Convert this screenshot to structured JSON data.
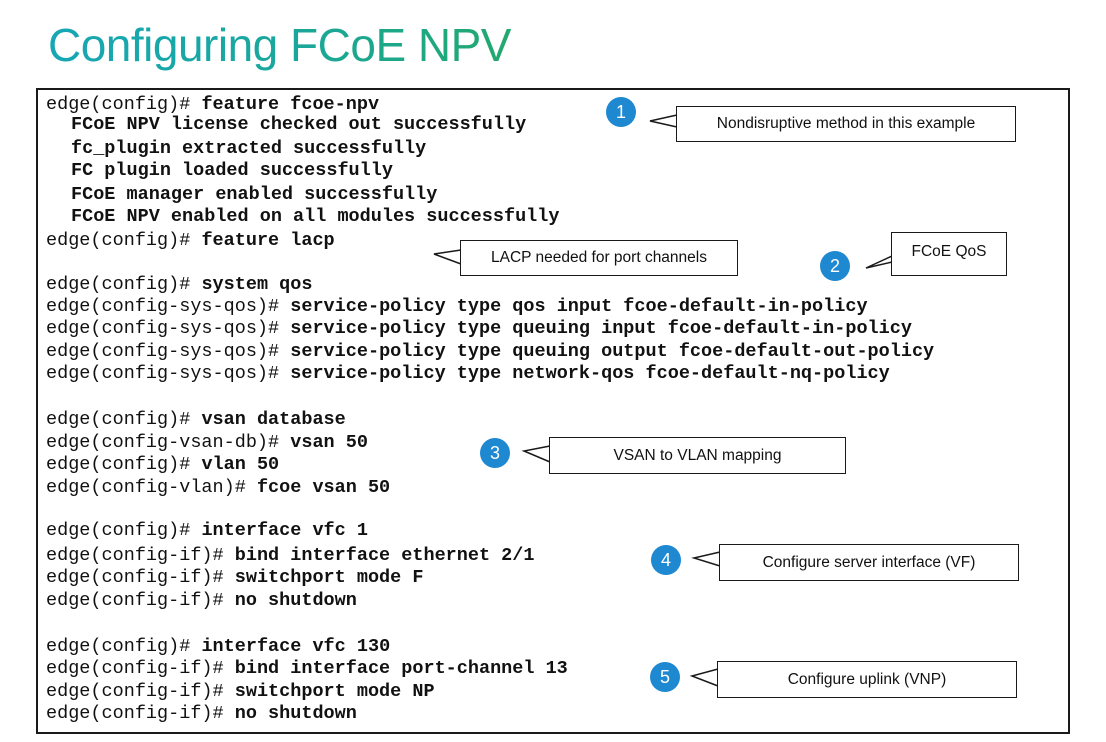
{
  "title": "Configuring FCoE NPV",
  "code": [
    {
      "prompt": "edge(config)# ",
      "cmd": "feature fcoe-npv"
    },
    {
      "prompt": "",
      "cmd": "FCoE NPV license checked out successfully",
      "indent": true
    },
    {
      "prompt": "",
      "cmd": "fc_plugin extracted successfully",
      "indent": true
    },
    {
      "prompt": "",
      "cmd": "FC plugin loaded successfully",
      "indent": true
    },
    {
      "prompt": "",
      "cmd": "FCoE manager enabled successfully",
      "indent": true
    },
    {
      "prompt": "",
      "cmd": "FCoE NPV enabled on all modules successfully",
      "indent": true
    },
    {
      "prompt": "edge(config)# ",
      "cmd": "feature lacp"
    },
    {
      "prompt": "edge(config)# ",
      "cmd": "system qos"
    },
    {
      "prompt": "edge(config-sys-qos)# ",
      "cmd": "service-policy type qos input fcoe-default-in-policy"
    },
    {
      "prompt": "edge(config-sys-qos)# ",
      "cmd": "service-policy type queuing input fcoe-default-in-policy"
    },
    {
      "prompt": "edge(config-sys-qos)# ",
      "cmd": "service-policy type queuing output fcoe-default-out-policy"
    },
    {
      "prompt": "edge(config-sys-qos)# ",
      "cmd": "service-policy type network-qos fcoe-default-nq-policy"
    },
    {
      "prompt": "edge(config)# ",
      "cmd": "vsan database"
    },
    {
      "prompt": "edge(config-vsan-db)# ",
      "cmd": "vsan 50"
    },
    {
      "prompt": "edge(config)# ",
      "cmd": "vlan 50"
    },
    {
      "prompt": "edge(config-vlan)# ",
      "cmd": "fcoe vsan 50"
    },
    {
      "prompt": "edge(config)# ",
      "cmd": "interface vfc 1"
    },
    {
      "prompt": "edge(config-if)# ",
      "cmd": "bind interface ethernet 2/1"
    },
    {
      "prompt": "edge(config-if)# ",
      "cmd": "switchport mode F"
    },
    {
      "prompt": "edge(config-if)# ",
      "cmd": "no shutdown"
    },
    {
      "prompt": "edge(config)# ",
      "cmd": "interface vfc 130"
    },
    {
      "prompt": "edge(config-if)# ",
      "cmd": "bind interface port-channel 13"
    },
    {
      "prompt": "edge(config-if)# ",
      "cmd": "switchport mode NP"
    },
    {
      "prompt": "edge(config-if)# ",
      "cmd": "no shutdown"
    }
  ],
  "callouts": [
    {
      "number": "1",
      "text": "Nondisruptive method in this example"
    },
    {
      "number": "2",
      "text": "FCoE QoS"
    },
    {
      "number": "3",
      "text": "VSAN to VLAN mapping"
    },
    {
      "number": "4",
      "text": "Configure server interface (VF)"
    },
    {
      "number": "5",
      "text": "Configure uplink (VNP)"
    },
    {
      "number": "",
      "text": "LACP needed for port channels"
    }
  ],
  "colors": {
    "title_start": "#17a7b5",
    "title_end": "#22a86f",
    "badge": "#1e88d0"
  }
}
